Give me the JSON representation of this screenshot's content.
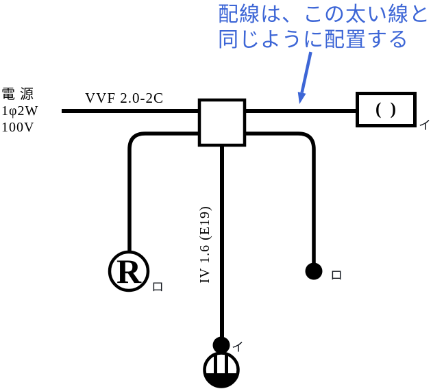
{
  "colors": {
    "diagram_line": "#000000",
    "annotation_blue": "#3D66D6"
  },
  "annotation": {
    "line1": "配線は、この太い線と",
    "line2": "同じように配置する"
  },
  "power_source": {
    "line1": "電 源",
    "line2": "1φ2W",
    "line3": "100V"
  },
  "labels": {
    "cable": "VVF 2.0-2C",
    "conduit": "IV 1.6 (E19)"
  },
  "symbols": {
    "receptacle_letter": "R",
    "rosette_parentheses": "( )"
  },
  "tags": {
    "outlet_box": "イ",
    "receptacle": "ロ",
    "right_terminal": "ロ",
    "bottom_terminal": "イ"
  }
}
